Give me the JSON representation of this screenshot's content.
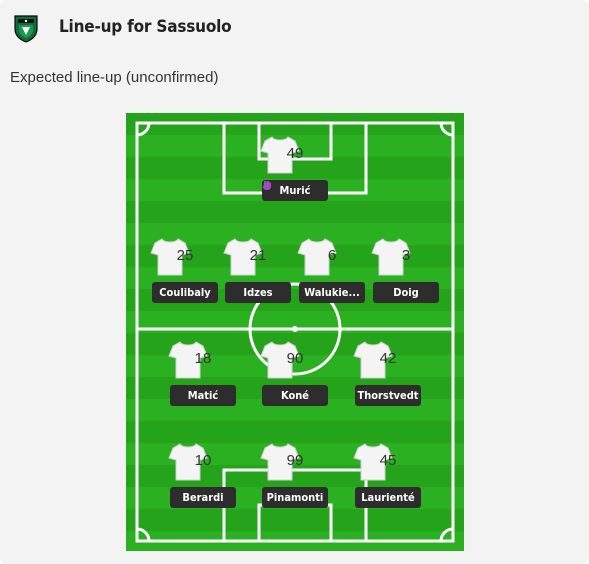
{
  "header": {
    "title": "Line-up for Sassuolo",
    "crest_icon": "sassuolo-crest-icon"
  },
  "lineup": {
    "status": "Expected line-up (unconfirmed)"
  },
  "colors": {
    "pitch_dark": "#25a31b",
    "pitch_light": "#2bb021",
    "name_bg": "#2d2d2d",
    "badge": "#a04cc0"
  },
  "players": {
    "gk": {
      "number": "49",
      "name": "Murić",
      "badge_icon": "goalkeeper-glove-icon"
    },
    "d1": {
      "number": "25",
      "name": "Coulibaly"
    },
    "d2": {
      "number": "21",
      "name": "Idzes"
    },
    "d3": {
      "number": "6",
      "name": "Walukie..."
    },
    "d4": {
      "number": "3",
      "name": "Doig"
    },
    "m1": {
      "number": "18",
      "name": "Matić"
    },
    "m2": {
      "number": "90",
      "name": "Koné"
    },
    "m3": {
      "number": "42",
      "name": "Thorstvedt"
    },
    "f1": {
      "number": "10",
      "name": "Berardi"
    },
    "f2": {
      "number": "99",
      "name": "Pinamonti"
    },
    "f3": {
      "number": "45",
      "name": "Laurienté"
    }
  }
}
